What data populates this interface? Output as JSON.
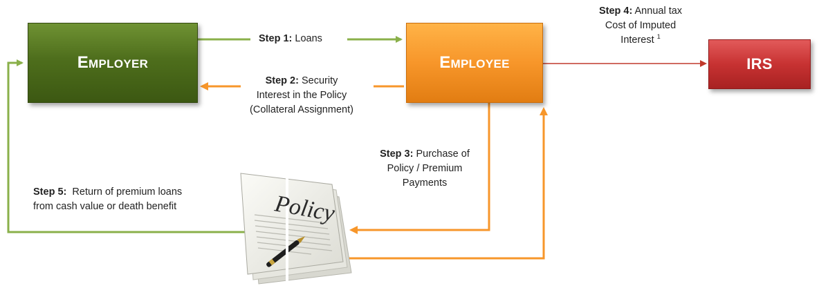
{
  "boxes": {
    "employer": "Employer",
    "employee": "Employee",
    "irs": "IRS"
  },
  "steps": {
    "step1": {
      "label": "Step 1:",
      "text": "Loans"
    },
    "step2": {
      "label": "Step 2:",
      "line1": "Security",
      "line2": "Interest in the Policy",
      "line3": "(Collateral Assignment)"
    },
    "step3": {
      "label": "Step 3:",
      "line1": "Purchase of",
      "line2": "Policy / Premium",
      "line3": "Payments"
    },
    "step4": {
      "label": "Step 4:",
      "line1": "Annual tax",
      "line2": "Cost of  Imputed",
      "line3": "Interest",
      "footnote": "1"
    },
    "step5": {
      "label": "Step 5:",
      "line1": "Return of premium loans",
      "line2": "from cash value or death benefit"
    }
  },
  "policy": {
    "word": "Policy"
  },
  "colors": {
    "green": "#8ab04a",
    "orange": "#f7962a",
    "red": "#c0392b"
  }
}
